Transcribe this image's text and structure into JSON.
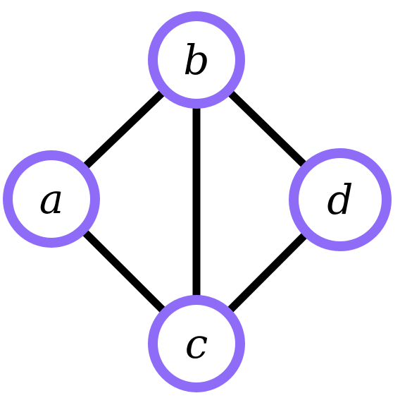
{
  "graph": {
    "node_color": "#8e6cf8",
    "edge_color": "#000000",
    "nodes": [
      {
        "id": "a",
        "label": "a"
      },
      {
        "id": "b",
        "label": "b"
      },
      {
        "id": "c",
        "label": "c"
      },
      {
        "id": "d",
        "label": "d"
      }
    ],
    "edges": [
      {
        "from": "a",
        "to": "b"
      },
      {
        "from": "a",
        "to": "c"
      },
      {
        "from": "b",
        "to": "c"
      },
      {
        "from": "b",
        "to": "d"
      },
      {
        "from": "c",
        "to": "d"
      }
    ]
  }
}
